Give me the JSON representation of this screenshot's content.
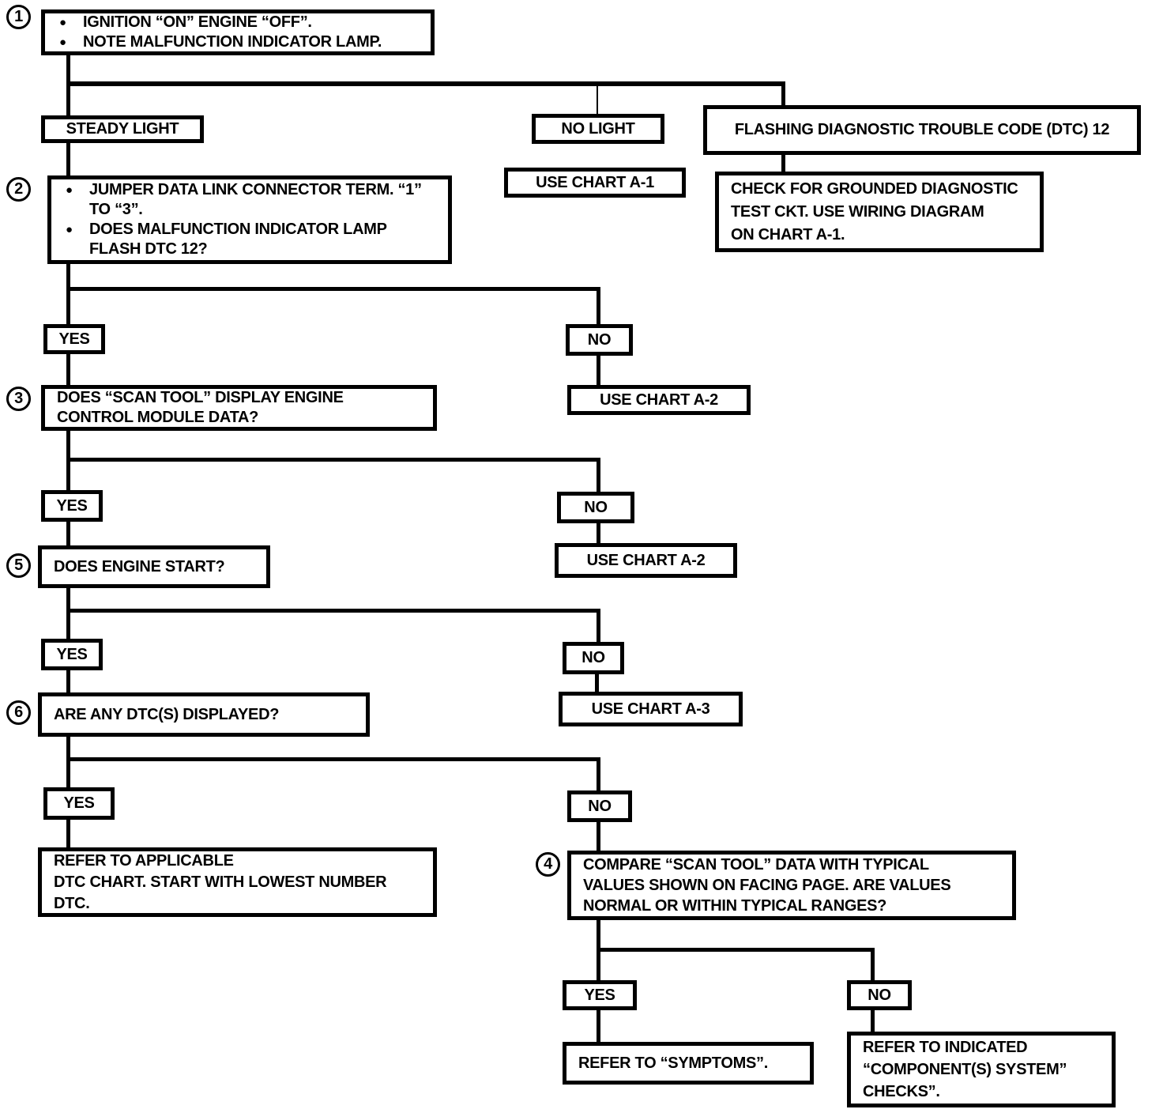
{
  "colors": {
    "ink": "#000000",
    "paper": "#ffffff"
  },
  "glyphs": {
    "bullet": "●"
  },
  "steps": {
    "start": "1",
    "jumper": "2",
    "scan_tool": "3",
    "compare": "4",
    "engine_start": "5",
    "dtc_displayed": "6"
  },
  "nodes": {
    "start": {
      "bullets": [
        "IGNITION “ON” ENGINE “OFF”.",
        "NOTE MALFUNCTION INDICATOR LAMP."
      ]
    },
    "steady_light": "STEADY LIGHT",
    "no_light": "NO LIGHT",
    "flashing": "FLASHING DIAGNOSTIC TROUBLE CODE (DTC) 12",
    "use_chart_a1": "USE CHART A-1",
    "check_grounded": {
      "lines": [
        "CHECK FOR GROUNDED DIAGNOSTIC",
        "TEST CKT. USE WIRING DIAGRAM",
        "ON CHART A-1."
      ]
    },
    "jumper": {
      "bullet1_lines": [
        "JUMPER DATA LINK CONNECTOR TERM. “1”",
        "TO “3”."
      ],
      "bullet2_lines": [
        "DOES MALFUNCTION INDICATOR LAMP",
        "FLASH DTC 12?"
      ]
    },
    "scan_tool": {
      "lines": [
        "DOES “SCAN TOOL” DISPLAY ENGINE",
        "CONTROL MODULE DATA?"
      ]
    },
    "use_chart_a2_first": "USE CHART A-2",
    "engine_start": "DOES ENGINE START?",
    "use_chart_a2_second": "USE CHART A-2",
    "dtc_displayed": "ARE ANY DTC(S) DISPLAYED?",
    "use_chart_a3": "USE CHART A-3",
    "refer_dtc": {
      "lines": [
        "REFER TO APPLICABLE",
        "DTC CHART. START WITH LOWEST NUMBER",
        "DTC."
      ]
    },
    "compare": {
      "lines": [
        "COMPARE “SCAN TOOL” DATA WITH TYPICAL",
        "VALUES SHOWN ON FACING PAGE. ARE VALUES",
        "NORMAL OR WITHIN TYPICAL RANGES?"
      ]
    },
    "refer_symptoms": "REFER TO “SYMPTOMS”.",
    "refer_component": {
      "lines": [
        "REFER TO INDICATED",
        "“COMPONENT(S) SYSTEM”",
        "CHECKS”."
      ]
    }
  },
  "branches": [
    {
      "yes": "YES",
      "no": "NO"
    },
    {
      "yes": "YES",
      "no": "NO"
    },
    {
      "yes": "YES",
      "no": "NO"
    },
    {
      "yes": "YES",
      "no": "NO"
    },
    {
      "yes": "YES",
      "no": "NO"
    }
  ]
}
